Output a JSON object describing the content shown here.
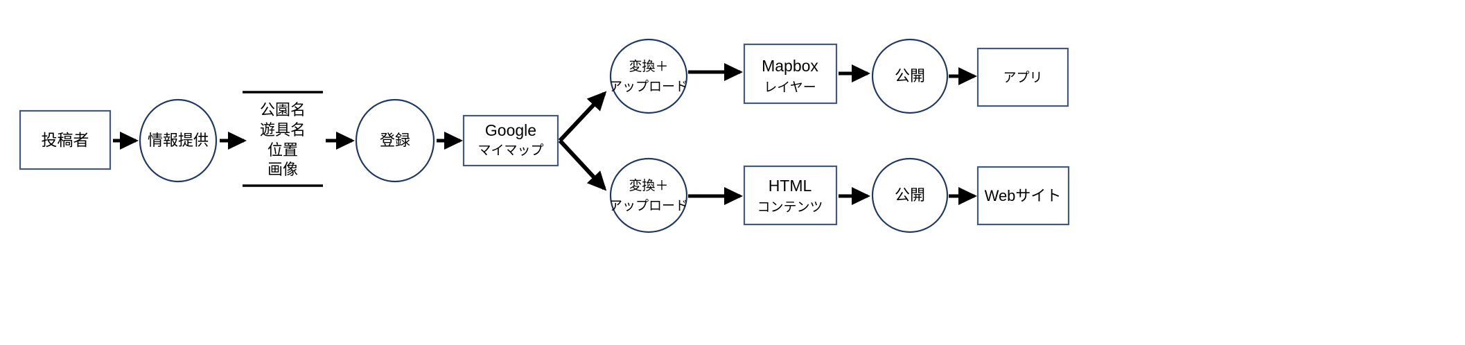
{
  "diagram": {
    "title": "park information publishing flow",
    "background_color": "#ffffff",
    "shape_stroke_color": "#41597C",
    "circle_stroke_color": "#1F3864",
    "connector_color": "#000000",
    "text_color": "#000000"
  },
  "nodes": {
    "poster": {
      "label": "投稿者",
      "shape": "rectangle"
    },
    "provide_info": {
      "label": "情報提供",
      "shape": "ellipse"
    },
    "register": {
      "label": "登録",
      "shape": "ellipse"
    },
    "google_mymaps": {
      "line1": "Google",
      "line2": "マイマップ",
      "shape": "rectangle"
    },
    "convert_upload_top": {
      "line1": "変換＋",
      "line2": "アップロード",
      "shape": "ellipse"
    },
    "convert_upload_bottom": {
      "line1": "変換＋",
      "line2": "アップロード",
      "shape": "ellipse"
    },
    "mapbox_layer": {
      "line1": "Mapbox",
      "line2": "レイヤー",
      "shape": "rectangle"
    },
    "html_content": {
      "line1": "HTML",
      "line2": "コンテンツ",
      "shape": "rectangle"
    },
    "publish_top": {
      "label": "公開",
      "shape": "ellipse"
    },
    "publish_bottom": {
      "label": "公開",
      "shape": "ellipse"
    },
    "app": {
      "label": "アプリ",
      "shape": "rectangle"
    },
    "website": {
      "label": "Webサイト",
      "shape": "rectangle"
    }
  },
  "data_list": {
    "items": [
      "公園名",
      "遊具名",
      "位置",
      "画像"
    ],
    "has_top_rule": true,
    "has_bottom_rule": true
  },
  "chart_data": {
    "type": "diagram",
    "nodes": [
      {
        "id": "poster",
        "label": "投稿者",
        "shape": "rectangle",
        "row": "main"
      },
      {
        "id": "provide_info",
        "label": "情報提供",
        "shape": "ellipse",
        "row": "main"
      },
      {
        "id": "data_list",
        "label": "公園名 / 遊具名 / 位置 / 画像",
        "shape": "list",
        "row": "main"
      },
      {
        "id": "register",
        "label": "登録",
        "shape": "ellipse",
        "row": "main"
      },
      {
        "id": "google_mymaps",
        "label": "Google マイマップ",
        "shape": "rectangle",
        "row": "main"
      },
      {
        "id": "convert_upload_top",
        "label": "変換＋アップロード",
        "shape": "ellipse",
        "row": "top"
      },
      {
        "id": "mapbox_layer",
        "label": "Mapbox レイヤー",
        "shape": "rectangle",
        "row": "top"
      },
      {
        "id": "publish_top",
        "label": "公開",
        "shape": "ellipse",
        "row": "top"
      },
      {
        "id": "app",
        "label": "アプリ",
        "shape": "rectangle",
        "row": "top"
      },
      {
        "id": "convert_upload_bottom",
        "label": "変換＋アップロード",
        "shape": "ellipse",
        "row": "bottom"
      },
      {
        "id": "html_content",
        "label": "HTML コンテンツ",
        "shape": "rectangle",
        "row": "bottom"
      },
      {
        "id": "publish_bottom",
        "label": "公開",
        "shape": "ellipse",
        "row": "bottom"
      },
      {
        "id": "website",
        "label": "Webサイト",
        "shape": "rectangle",
        "row": "bottom"
      }
    ],
    "edges": [
      {
        "from": "poster",
        "to": "provide_info"
      },
      {
        "from": "provide_info",
        "to": "data_list"
      },
      {
        "from": "data_list",
        "to": "register"
      },
      {
        "from": "register",
        "to": "google_mymaps"
      },
      {
        "from": "google_mymaps",
        "to": "convert_upload_top"
      },
      {
        "from": "google_mymaps",
        "to": "convert_upload_bottom"
      },
      {
        "from": "convert_upload_top",
        "to": "mapbox_layer"
      },
      {
        "from": "mapbox_layer",
        "to": "publish_top"
      },
      {
        "from": "publish_top",
        "to": "app"
      },
      {
        "from": "convert_upload_bottom",
        "to": "html_content"
      },
      {
        "from": "html_content",
        "to": "publish_bottom"
      },
      {
        "from": "publish_bottom",
        "to": "website"
      }
    ]
  }
}
